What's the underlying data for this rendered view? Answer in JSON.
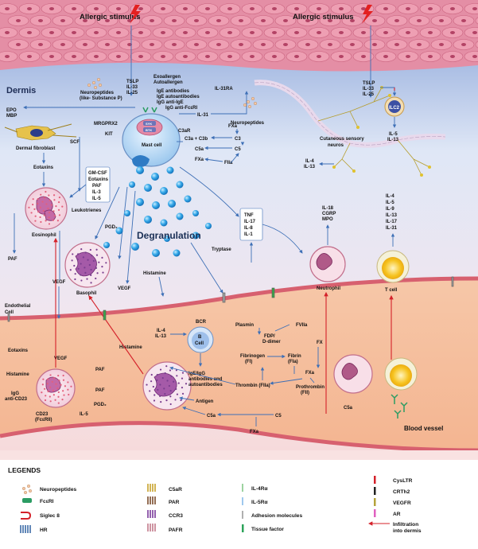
{
  "top": {
    "stimulus_left": "Allergic stimulus",
    "stimulus_right": "Allergic stimulus",
    "tslp_left": [
      "TSLP",
      "IL-33",
      "IL-25"
    ],
    "tslp_right": [
      "TSLP",
      "IL-33",
      "IL-25"
    ]
  },
  "dermis": {
    "title": "Dermis",
    "epo_mbp": [
      "EPO",
      "MBP"
    ],
    "neuropeptides_sub": [
      "Neuropeptides",
      "(like- Substance P)"
    ],
    "allergens": [
      "Exoallergen",
      "Autoallergen"
    ],
    "antibodies": [
      "IgE antibodies",
      "IgE autoantibodies",
      "IgG anti-IgE",
      "IgG anti-FcεRI"
    ],
    "mrgprx2": "MRGPRX2",
    "kit": "KIT",
    "scf": "SCF",
    "dermal_fibroblast": "Dermal fibroblast",
    "eotaxins": "Eotaxins",
    "mediators": [
      "GM-CSF",
      "Eotaxins",
      "PAF",
      "IL-3",
      "IL-5"
    ],
    "leukotrienes": "Leukotrienes",
    "pgd2": "PGD₂",
    "paf": "PAF",
    "eosinophil": "Eosinophil",
    "basophil": "Basophil",
    "vegf": "VEGF",
    "vegf2": "VEGF",
    "mast_cell": "Mast cell",
    "syk": "SYK",
    "btk": "BTK",
    "c3ar": "C3aR",
    "c3a_c3b": "C3a + C3b",
    "c3": "C3",
    "c5a": "C5a",
    "c5": "C5",
    "fxa": "FXa",
    "fxa2": "FXa",
    "fiia": "FIIa",
    "il31": "IL-31",
    "il31ra": "IL-31RA",
    "neuropeptides": "Neuropeptides",
    "sensory": [
      "Cutaneous sensory",
      "neuros"
    ],
    "ilc2": "ILC2",
    "ilc2_out": [
      "IL-5",
      "IL-13"
    ],
    "il4_il13": [
      "IL-4",
      "IL-13"
    ],
    "degranulation": "Degranulation",
    "tnf": [
      "TNF",
      "IL-17",
      "IL-8",
      "IL-1"
    ],
    "tryptase": "Tryptase",
    "histamine": "Histamine",
    "neut_prod": [
      "IL-18",
      "CGRP",
      "MPO"
    ],
    "neutrophil": "Neutrophil",
    "tcell_prod": [
      "IL-4",
      "IL-5",
      "IL-9",
      "IL-13",
      "IL-17",
      "IL-31"
    ],
    "tcell": "T cell"
  },
  "vessel": {
    "endothelial": [
      "Endothelial",
      "Cell"
    ],
    "blood_vessel": "Blood vessel",
    "eotaxins": "Eotaxins",
    "histamine": "Histamine",
    "igg": [
      "IgG",
      "anti-CD23"
    ],
    "cd23": [
      "CD23",
      "(FcεRII)"
    ],
    "vegf": "VEGF",
    "paf": "PAF",
    "paf2": "PAF",
    "pgd2": "PGD₂",
    "il5": "IL-5",
    "histamine2": "Histamine",
    "il4_il13": [
      "IL-4",
      "IL-13"
    ],
    "bcr": "BCR",
    "bcell": [
      "B",
      "Cell"
    ],
    "ige": [
      "IgE/IgG",
      "antibodies and",
      "autoantibodies"
    ],
    "antigen": "Antigen",
    "c5a": "C5a",
    "c5": "C5",
    "fxa": "FXa",
    "plasmin": "Plasmin",
    "fdp": [
      "FDP/",
      "D-dimer"
    ],
    "fibrinogen": [
      "Fibrinogen",
      "(FI)"
    ],
    "fibrin": [
      "Fibrin",
      "(FIa)"
    ],
    "fviia": "FVIIa",
    "fx": "FX",
    "fxa2": "FXa",
    "thrombin": "Thrombin (FIIa)",
    "prothrombin": [
      "Prothrombin",
      "(FII)"
    ],
    "c5a2": "C5a"
  },
  "legends": {
    "title": "LEGENDS",
    "col1": [
      "Neuropeptides",
      "FcεRI",
      "Siglec 8",
      "HR"
    ],
    "col2": [
      "C5aR",
      "PAR",
      "CCR3",
      "PAFR"
    ],
    "col3": [
      "IL-4Rα",
      "IL-5Rα",
      "Adhesion molecules",
      "Tissue factor"
    ],
    "col4": [
      "CysLTR",
      "CRTh2",
      "VEGFR",
      "AR",
      "Infiltration",
      "into dermis"
    ]
  },
  "colors": {
    "epidermis": "#e38fa5",
    "dermis": "#c9d6ee",
    "vessel": "#f8c8a6",
    "arrow": "#3d6fb6",
    "red": "#d4212a"
  }
}
